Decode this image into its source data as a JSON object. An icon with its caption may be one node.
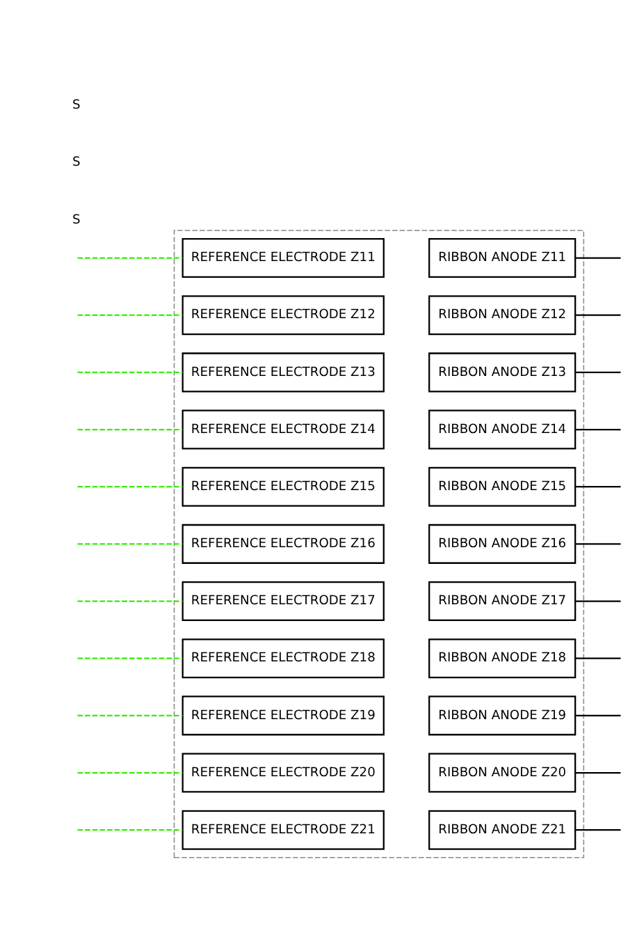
{
  "diagram": {
    "nodes": [
      {
        "text": [],
        "shape": "box"
      },
      {
        "text": [
          "REFERENCE ELECTRODE Z11"
        ],
        "in": 0
      },
      {
        "text": [
          "RIBBON ANODE Z11"
        ],
        "in": 0
      },
      {
        "text": [
          "REFERENCE ELECTRODE Z12"
        ],
        "in": 0
      },
      {
        "text": [
          "RIBBON ANODE Z12"
        ],
        "in": 0
      },
      {
        "text": [
          "REFERENCE ELECTRODE Z13"
        ],
        "in": 0
      },
      {
        "text": [
          "RIBBON ANODE Z13"
        ],
        "in": 0
      },
      {
        "text": [
          "REFERENCE ELECTRODE Z14"
        ],
        "in": 0
      },
      {
        "text": [
          "RIBBON ANODE Z14"
        ],
        "in": 0
      },
      {
        "text": [
          "REFERENCE ELECTRODE Z15"
        ],
        "in": 0
      },
      {
        "text": [
          "RIBBON ANODE Z15"
        ],
        "in": 0
      },
      {
        "text": [
          "REFERENCE ELECTRODE Z16"
        ],
        "in": 0
      },
      {
        "text": [
          "RIBBON ANODE Z16"
        ],
        "in": 0
      },
      {
        "text": [
          "REFERENCE ELECTRODE Z17"
        ],
        "in": 0
      },
      {
        "text": [
          "RIBBON ANODE Z17"
        ],
        "in": 0
      },
      {
        "text": [
          "REFERENCE ELECTRODE Z18"
        ],
        "in": 0
      },
      {
        "text": [
          "RIBBON ANODE Z18"
        ],
        "in": 0
      },
      {
        "text": [
          "REFERENCE ELECTRODE Z19"
        ],
        "in": 0
      },
      {
        "text": [
          "RIBBON ANODE Z19"
        ],
        "in": 0
      },
      {
        "text": [
          "REFERENCE ELECTRODE Z20"
        ],
        "in": 0
      },
      {
        "text": [
          "RIBBON ANODE Z20"
        ],
        "in": 0
      },
      {
        "text": [
          "REFERENCE ELECTRODE Z21"
        ],
        "in": 0
      },
      {
        "text": [
          "RIBBON ANODE Z21"
        ],
        "in": 0
      }
    ],
    "edges": [
      {
        "from": null,
        "to": 1,
        "arrow": "none",
        "style": "dashed",
        "color": "#33ee00"
      },
      {
        "from": null,
        "to": 3,
        "arrow": "none",
        "style": "dashed",
        "color": "#33ee00"
      },
      {
        "from": null,
        "to": 5,
        "arrow": "none",
        "style": "dashed",
        "color": "#33ee00"
      },
      {
        "from": null,
        "to": 7,
        "arrow": "none",
        "style": "dashed",
        "color": "#33ee00"
      },
      {
        "from": null,
        "to": 9,
        "arrow": "none",
        "style": "dashed",
        "color": "#33ee00"
      },
      {
        "from": null,
        "to": 11,
        "arrow": "none",
        "style": "dashed",
        "color": "#33ee00"
      },
      {
        "from": null,
        "to": 13,
        "arrow": "none",
        "style": "dashed",
        "color": "#33ee00"
      },
      {
        "from": null,
        "to": 15,
        "arrow": "none",
        "style": "dashed",
        "color": "#33ee00"
      },
      {
        "from": null,
        "to": 17,
        "arrow": "none",
        "style": "dashed",
        "color": "#33ee00"
      },
      {
        "from": null,
        "to": 19,
        "arrow": "none",
        "style": "dashed",
        "color": "#33ee00"
      },
      {
        "from": null,
        "to": 21,
        "arrow": "none",
        "style": "dashed",
        "color": "#33ee00"
      },
      {
        "from": 2,
        "to": null,
        "arrow": "none",
        "color": "#000000"
      },
      {
        "from": 4,
        "to": null,
        "arrow": "none",
        "color": "#000000"
      },
      {
        "from": 6,
        "to": null,
        "arrow": "none",
        "color": "#000000"
      },
      {
        "from": 8,
        "to": null,
        "arrow": "none",
        "color": "#000000"
      },
      {
        "from": 10,
        "to": null,
        "arrow": "none",
        "color": "#000000"
      },
      {
        "from": 12,
        "to": null,
        "arrow": "none",
        "color": "#000000"
      },
      {
        "from": 14,
        "to": null,
        "arrow": "none",
        "color": "#000000"
      },
      {
        "from": 16,
        "to": null,
        "arrow": "none",
        "color": "#000000"
      },
      {
        "from": 18,
        "to": null,
        "arrow": "none",
        "color": "#000000"
      },
      {
        "from": 20,
        "to": null,
        "arrow": "none",
        "color": "#000000"
      },
      {
        "from": 22,
        "to": null,
        "arrow": "none",
        "color": "#000000"
      }
    ],
    "labels": [
      "S",
      "S",
      "S"
    ]
  }
}
